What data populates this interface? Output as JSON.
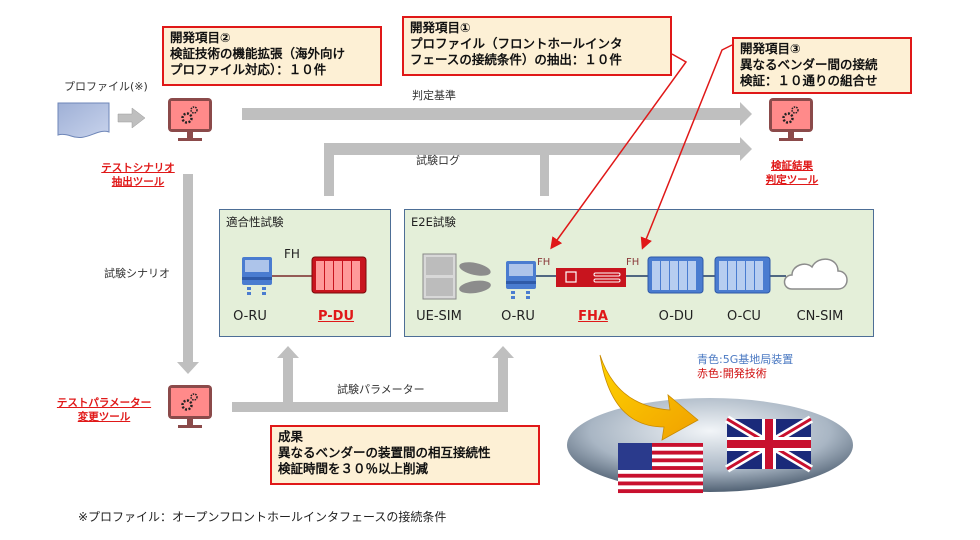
{
  "callouts": {
    "dev1": {
      "title": "開発項目①",
      "line1": "プロファイル（フロントホールインタ",
      "line2": "フェースの接続条件）の抽出：１０件"
    },
    "dev2": {
      "title": "開発項目②",
      "line1": "検証技術の機能拡張（海外向け",
      "line2": "プロファイル対応）：１０件"
    },
    "dev3": {
      "title": "開発項目③",
      "line1": "異なるベンダー間の接続",
      "line2": "検証：１０通りの組合せ"
    },
    "result": {
      "title": "成果",
      "line1": "異なるベンダーの装置間の相互接続性",
      "line2": "検証時間を３０％以上削減"
    }
  },
  "profile": {
    "label": "プロファイル(※)",
    "icon": "document-icon"
  },
  "tools": {
    "scenario_extract": {
      "line1": "テストシナリオ",
      "line2": "抽出ツール",
      "icon": "monitor-gears-icon"
    },
    "result_judge": {
      "line1": "検証結果",
      "line2": "判定ツール",
      "icon": "monitor-gears-icon"
    },
    "param_change": {
      "line1": "テストパラメーター",
      "line2": "変更ツール",
      "icon": "monitor-gears-icon"
    }
  },
  "flows": {
    "criteria": "判定基準",
    "test_log": "試験ログ",
    "test_scenario": "試験シナリオ",
    "test_params": "試験パラメーター"
  },
  "conformance": {
    "title": "適合性試験",
    "fh": "FH",
    "devices": [
      {
        "name": "O-RU",
        "kind": "5g-equipment"
      },
      {
        "name": "P-DU",
        "kind": "developed-tech"
      }
    ]
  },
  "e2e": {
    "title": "E2E試験",
    "fh": "FH",
    "devices": [
      {
        "name": "UE-SIM",
        "kind": "server"
      },
      {
        "name": "O-RU",
        "kind": "5g-equipment"
      },
      {
        "name": "FHA",
        "kind": "developed-tech"
      },
      {
        "name": "O-DU",
        "kind": "5g-equipment"
      },
      {
        "name": "O-CU",
        "kind": "5g-equipment"
      },
      {
        "name": "CN-SIM",
        "kind": "cloud"
      }
    ]
  },
  "legend": {
    "blue": "青色:5G基地局装置",
    "red": "赤色:開発技術"
  },
  "colors": {
    "callout_border": "#e01818",
    "callout_fill": "#fdf0d5",
    "panel_fill": "#e4efd9",
    "panel_border": "#4d6e96",
    "arrow_gray": "#bfbfbf",
    "monitor_fill": "#ff8a8a",
    "monitor_frame": "#8b4a4a",
    "equipment_blue": "#4a7cd0",
    "tech_red": "#c8141e"
  },
  "footnote": "※プロファイル：オープンフロントホールインタフェースの接続条件"
}
